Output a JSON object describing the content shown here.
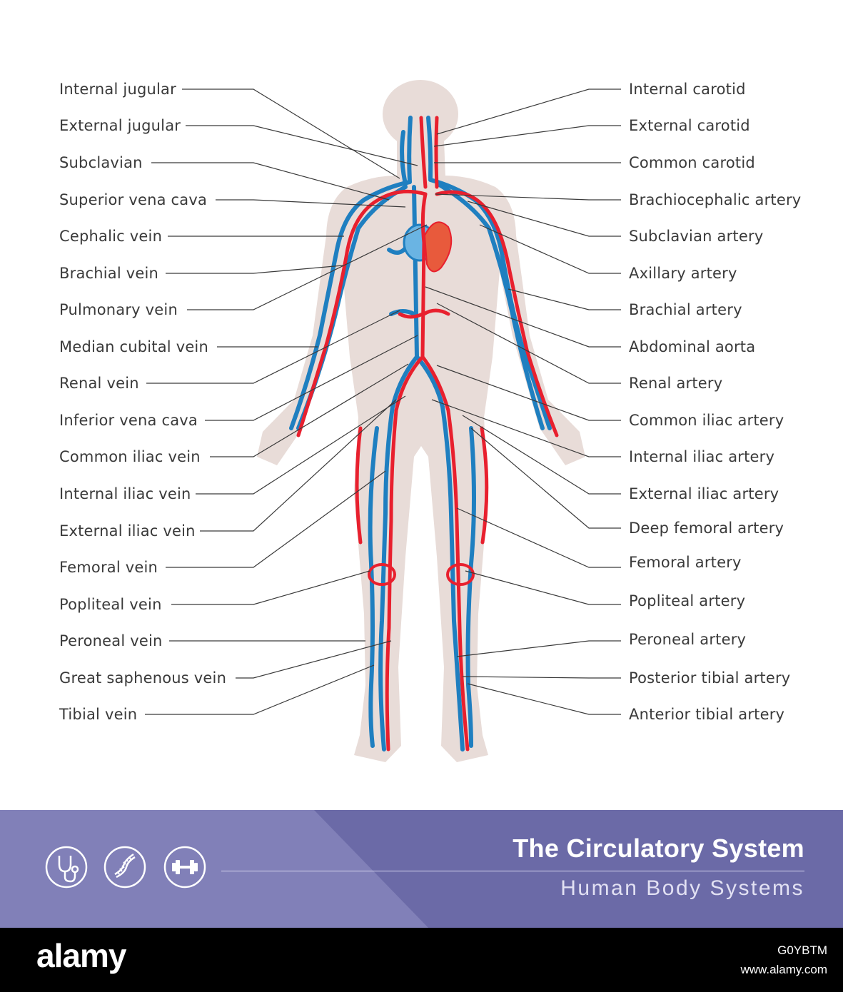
{
  "title": "The Circulatory System",
  "subtitle": "Human Body Systems",
  "colors": {
    "artery": "#e8202e",
    "vein": "#1f7fc0",
    "body": "#e8dcd8",
    "banner": "#6b6aa7",
    "banner_light": "#8180b8",
    "leader": "#3a3a3a"
  },
  "labels_left": [
    "Internal jugular",
    "External jugular",
    "Subclavian",
    "Superior vena cava",
    "Cephalic vein",
    "Brachial vein",
    "Pulmonary vein",
    "Median cubital vein",
    "Renal vein",
    "Inferior vena cava",
    "Common iliac vein",
    "Internal iliac vein",
    "External iliac vein",
    "Femoral vein",
    "Popliteal vein",
    "Peroneal vein",
    "Great saphenous vein",
    "Tibial vein"
  ],
  "labels_right": [
    "Internal carotid",
    "External carotid",
    "Common carotid",
    "Brachiocephalic artery",
    "Subclavian artery",
    "Axillary artery",
    "Brachial artery",
    "Abdominal aorta",
    "Renal artery",
    "Common iliac artery",
    "Internal iliac artery",
    "External iliac artery",
    "Deep femoral artery",
    "Femoral artery",
    "Popliteal artery",
    "Peroneal artery",
    "Posterior tibial artery",
    "Anterior tibial artery"
  ],
  "icons": [
    "stethoscope-icon",
    "dna-icon",
    "dumbbell-icon"
  ],
  "footer": {
    "brand": "alamy",
    "image_id": "G0YBTM",
    "site": "www.alamy.com"
  }
}
